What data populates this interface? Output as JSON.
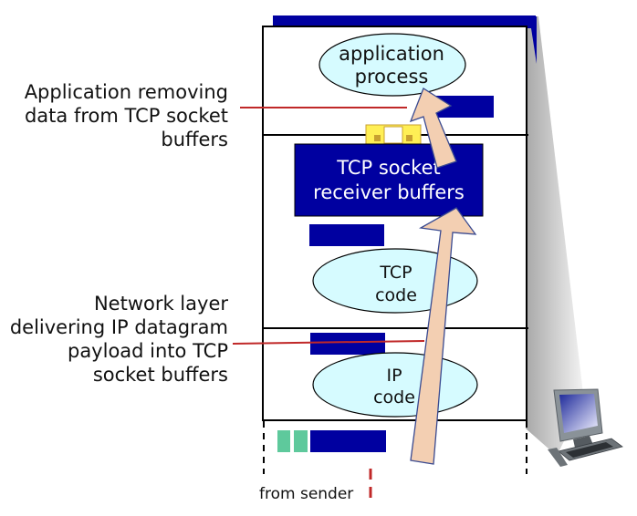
{
  "title": "TCP socket receive path",
  "colors": {
    "buffer_blue": "#0000a0",
    "ellipse_fill": "#d6fbff",
    "arrow_fill": "#f3cfb2",
    "arrow_stroke": "#3a4a90",
    "annotation_line": "#c02828",
    "segment_green": "#5ec99c",
    "socket_yellow": "#ffef55",
    "socket_border": "#c8a030"
  },
  "annotations": {
    "app_removing": [
      "Application removing",
      "data from TCP socket",
      "buffers"
    ],
    "network_delivering": [
      "Network layer",
      "delivering IP datagram",
      "payload into TCP",
      "socket buffers"
    ]
  },
  "layers": {
    "application": {
      "ellipse_lines": [
        "application",
        "process"
      ]
    },
    "transport": {
      "buffer_lines": [
        "TCP socket",
        "receiver buffers"
      ],
      "ellipse_lines": [
        "TCP",
        "code"
      ]
    },
    "network": {
      "ellipse_lines": [
        "IP",
        "code"
      ]
    }
  },
  "from_sender": "from sender",
  "icons": {
    "host": "desktop-computer-icon",
    "socket": "socket-door-icon"
  }
}
